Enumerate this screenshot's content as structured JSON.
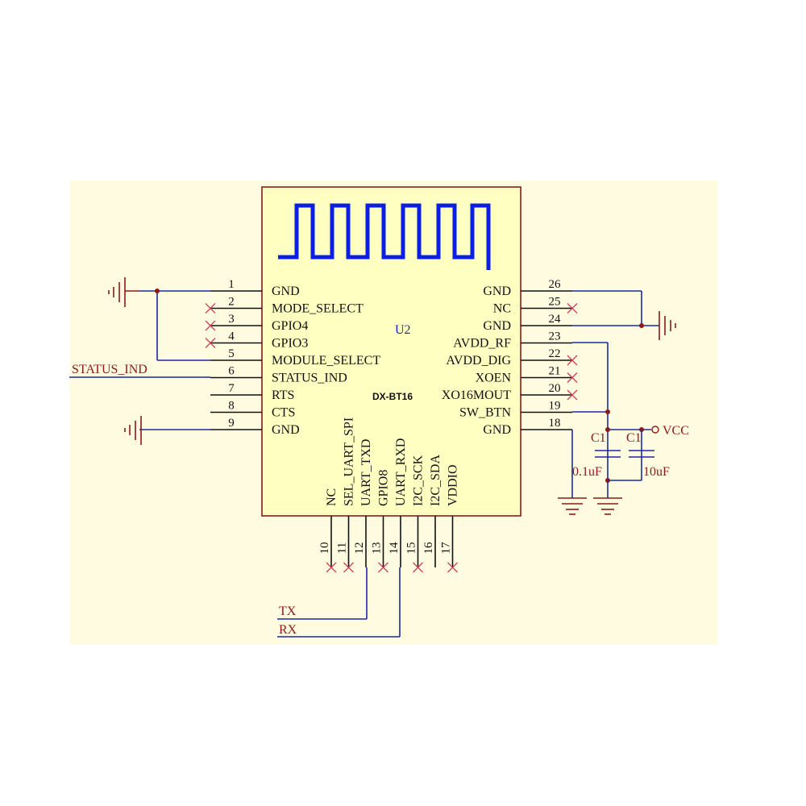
{
  "colors": {
    "background": "#fffbe0",
    "chip_fill": "#ffffc2",
    "chip_border": "#8b1a1a",
    "wire": "#1b2a9e",
    "antenna": "#0a1ee6",
    "net_label": "#8b1a1a",
    "no_connect": "#d0405a"
  },
  "chip": {
    "designator": "U2",
    "part": "DX-BT16"
  },
  "pins_left": [
    {
      "num": "1",
      "name": "GND"
    },
    {
      "num": "2",
      "name": "MODE_SELECT"
    },
    {
      "num": "3",
      "name": "GPIO4"
    },
    {
      "num": "4",
      "name": "GPIO3"
    },
    {
      "num": "5",
      "name": "MODULE_SELECT"
    },
    {
      "num": "6",
      "name": "STATUS_IND"
    },
    {
      "num": "7",
      "name": "RTS"
    },
    {
      "num": "8",
      "name": "CTS"
    },
    {
      "num": "9",
      "name": "GND"
    }
  ],
  "pins_right": [
    {
      "num": "26",
      "name": "GND"
    },
    {
      "num": "25",
      "name": "NC"
    },
    {
      "num": "24",
      "name": "GND"
    },
    {
      "num": "23",
      "name": "AVDD_RF"
    },
    {
      "num": "22",
      "name": "AVDD_DIG"
    },
    {
      "num": "21",
      "name": "XOEN"
    },
    {
      "num": "20",
      "name": "XO16MOUT"
    },
    {
      "num": "19",
      "name": "SW_BTN"
    },
    {
      "num": "18",
      "name": "GND"
    }
  ],
  "pins_bottom": [
    {
      "num": "10",
      "name": "NC"
    },
    {
      "num": "11",
      "name": "SEL_UART_SPI"
    },
    {
      "num": "12",
      "name": "UART_TXD"
    },
    {
      "num": "13",
      "name": "GPIO8"
    },
    {
      "num": "14",
      "name": "UART_RXD"
    },
    {
      "num": "15",
      "name": "I2C_SCK"
    },
    {
      "num": "16",
      "name": "I2C_SDA"
    },
    {
      "num": "17",
      "name": "VDDIO"
    }
  ],
  "nets": {
    "status_ind": "STATUS_IND",
    "tx": "TX",
    "rx": "RX",
    "vcc": "VCC"
  },
  "capacitors": [
    {
      "ref": "C1",
      "value": "0.1uF"
    },
    {
      "ref": "C1",
      "value": "10uF"
    }
  ]
}
